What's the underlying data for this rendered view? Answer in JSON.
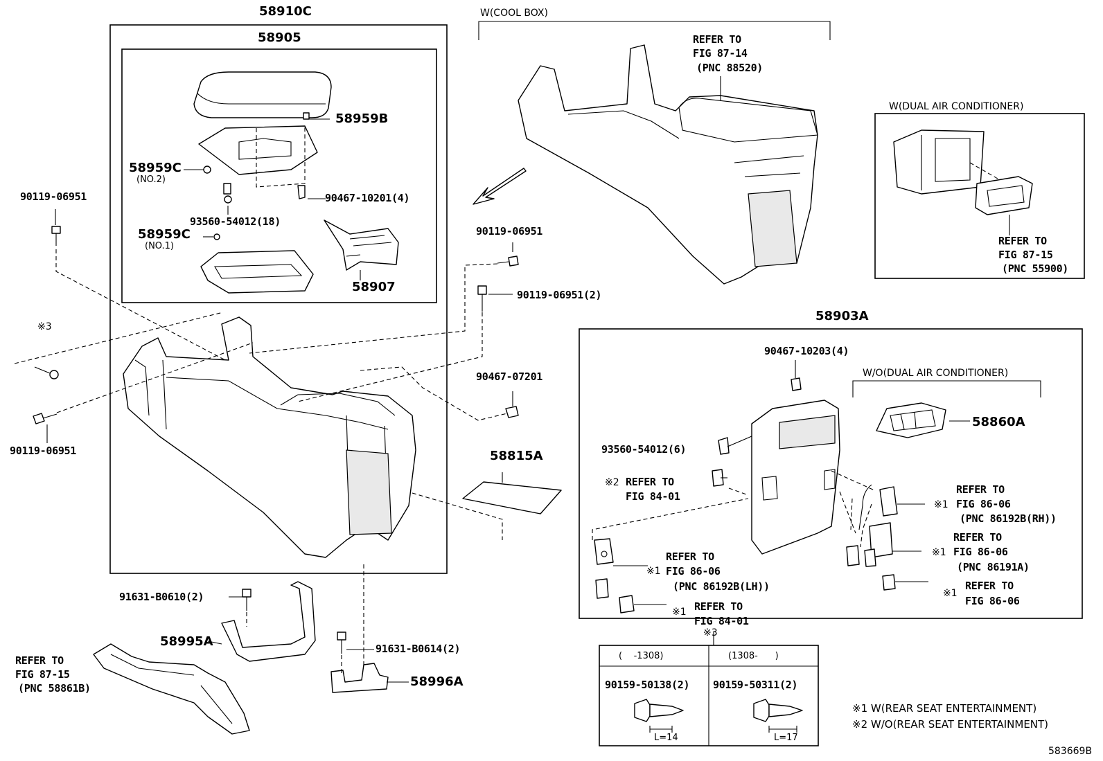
{
  "document_id": "583669B",
  "headers": {
    "assembly_outer": "58910C",
    "assembly_inner": "58905",
    "cool_box": "W(COOL BOX)",
    "dual_ac": "W(DUAL AIR CONDITIONER)",
    "rear_assembly": "58903A",
    "wo_dual_ac": "W/O(DUAL AIR CONDITIONER)",
    "note3_mark": "※3"
  },
  "labels": {
    "p58959B": "58959B",
    "p58959C_no2": "58959C",
    "no2": "(NO.2)",
    "p90467_10201": "90467-10201(4)",
    "p93560_54012_18": "93560-54012(18)",
    "p58959C_no1": "58959C",
    "no1": "(NO.1)",
    "p58907": "58907",
    "p90119_top_left": "90119-06951",
    "mark3_left": "※3",
    "p90119_bottom_left": "90119-06951",
    "p90119_mid": "90119-06951",
    "p90119_mid2": "90119-06951(2)",
    "p90467_07201": "90467-07201",
    "p58815A": "58815A",
    "p91631_B0610": "91631-B0610(2)",
    "p58995A": "58995A",
    "p91631_B0614": "91631-B0614(2)",
    "p58996A": "58996A",
    "p90467_10203": "90467-10203(4)",
    "p93560_54012_6": "93560-54012(6)",
    "p58860A": "58860A"
  },
  "refs": {
    "cool_box_refer": "REFER TO",
    "cool_box_fig": "FIG 87-14",
    "cool_box_pnc": "(PNC 88520)",
    "dual_refer": "REFER TO",
    "dual_fig": "FIG 87-15",
    "dual_pnc": "(PNC 55900)",
    "duct_refer": "REFER TO",
    "duct_fig": "FIG 87-15",
    "duct_pnc": "(PNC 58861B)",
    "r1_mark": "※2",
    "r1_refer": "REFER TO",
    "r1_fig": "FIG 84-01",
    "r2_mark": "※1",
    "r2_refer": "REFER TO",
    "r2_fig": "FIG 86-06",
    "r2_pnc": "(PNC 86192B(LH))",
    "r3_mark": "※1",
    "r3_refer": "REFER TO",
    "r3_fig": "FIG 84-01",
    "r4_mark": "※1",
    "r4_refer": "REFER TO",
    "r4_fig": "FIG 86-06",
    "r4_pnc": "(PNC 86192B(RH))",
    "r5_mark": "※1",
    "r5_refer": "REFER TO",
    "r5_fig": "FIG 86-06",
    "r5_pnc": "(PNC 86191A)",
    "r6_mark": "※1",
    "r6_refer": "REFER TO",
    "r6_fig": "FIG 86-06"
  },
  "table": {
    "col1_header": "(    -1308)",
    "col2_header": "(1308-      )",
    "col1_part": "90159-50138(2)",
    "col2_part": "90159-50311(2)",
    "col1_len": "L=14",
    "col2_len": "L=17"
  },
  "footnotes": {
    "n1": "※1 W(REAR SEAT ENTERTAINMENT)",
    "n2": "※2 W/O(REAR SEAT ENTERTAINMENT)"
  }
}
